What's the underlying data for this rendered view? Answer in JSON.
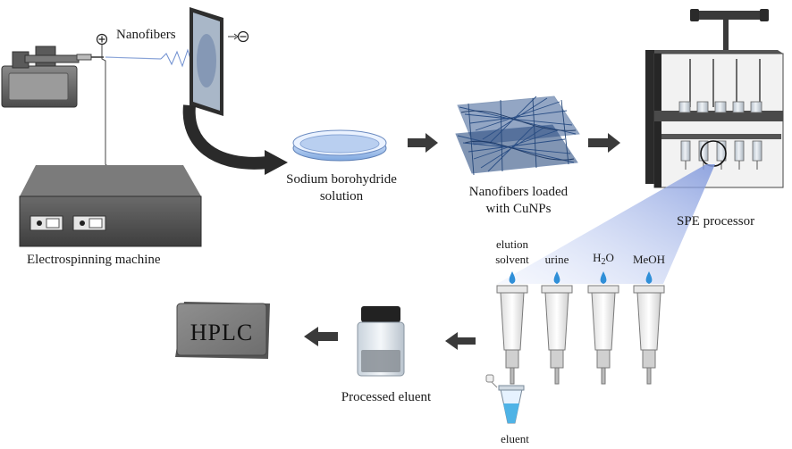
{
  "labels": {
    "nanofibers": "Nanofibers",
    "electrospinning_machine": "Electrospinning machine",
    "sodium_borohydride_line1": "Sodium borohydride",
    "sodium_borohydride_line2": "solution",
    "loaded_line1": "Nanofibers loaded",
    "loaded_line2": "with CuNPs",
    "spe_processor": "SPE processor",
    "elution_line1": "elution",
    "elution_line2": "solvent",
    "urine": "urine",
    "h2o_h": "H",
    "h2o_sub": "2",
    "h2o_o": "O",
    "meoh": "MeOH",
    "hplc": "HPLC",
    "processed_eluent": "Processed eluent",
    "eluent": "eluent"
  },
  "symbols": {
    "plus": "⊕",
    "minus": "⊖"
  },
  "colors": {
    "arrow": "#3a3a3a",
    "device_dark": "#4a4a4a",
    "fiber_blue": "#2b4f86",
    "droplet": "#2f8fd8",
    "beam": "#9fb2e6"
  }
}
